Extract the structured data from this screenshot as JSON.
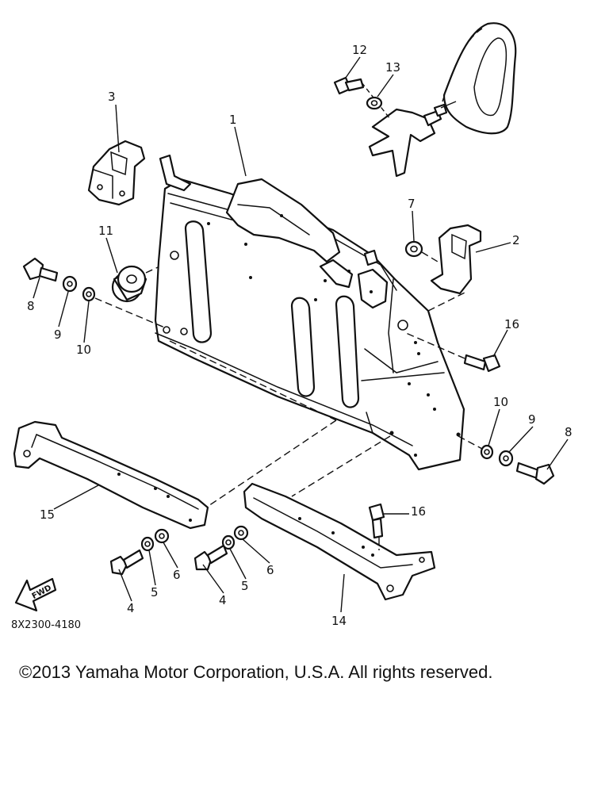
{
  "diagram": {
    "drawing_code": "8X2300-4180",
    "forward_label": "FWD",
    "callouts": [
      {
        "number": "1"
      },
      {
        "number": "2"
      },
      {
        "number": "3"
      },
      {
        "number": "4"
      },
      {
        "number": "4"
      },
      {
        "number": "5"
      },
      {
        "number": "5"
      },
      {
        "number": "6"
      },
      {
        "number": "6"
      },
      {
        "number": "7"
      },
      {
        "number": "8"
      },
      {
        "number": "8"
      },
      {
        "number": "9"
      },
      {
        "number": "9"
      },
      {
        "number": "10"
      },
      {
        "number": "10"
      },
      {
        "number": "11"
      },
      {
        "number": "12"
      },
      {
        "number": "13"
      },
      {
        "number": "14"
      },
      {
        "number": "15"
      },
      {
        "number": "16"
      },
      {
        "number": "16"
      }
    ]
  },
  "footer": {
    "copyright": "©2013 Yamaha Motor Corporation, U.S.A. All rights reserved."
  }
}
